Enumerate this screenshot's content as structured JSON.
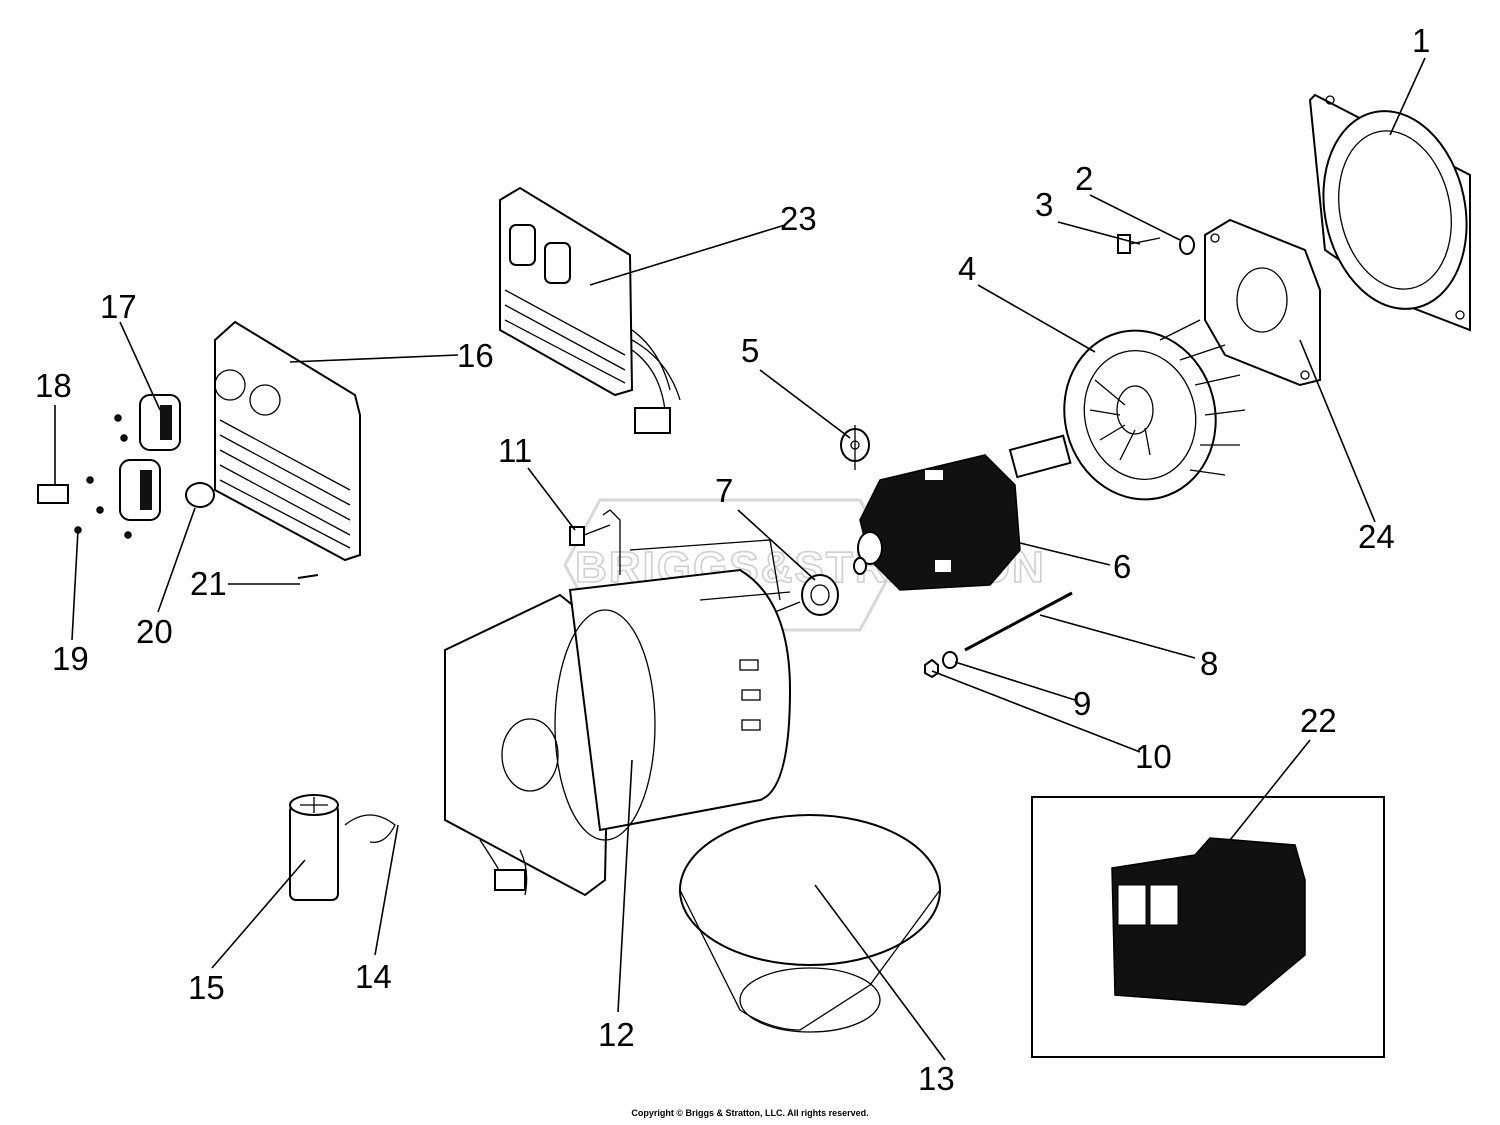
{
  "watermark": {
    "text": "BRIGGS&STRATTON"
  },
  "callouts": {
    "p1": "1",
    "p2": "2",
    "p3": "3",
    "p4": "4",
    "p5": "5",
    "p6": "6",
    "p7": "7",
    "p8": "8",
    "p9": "9",
    "p10": "10",
    "p11": "11",
    "p12": "12",
    "p13": "13",
    "p14": "14",
    "p15": "15",
    "p16": "16",
    "p17": "17",
    "p18": "18",
    "p19": "19",
    "p20": "20",
    "p21": "21",
    "p22": "22",
    "p23": "23",
    "p24": "24"
  },
  "footer": {
    "copyright": "Copyright © Briggs & Stratton, LLC. All rights reserved."
  }
}
